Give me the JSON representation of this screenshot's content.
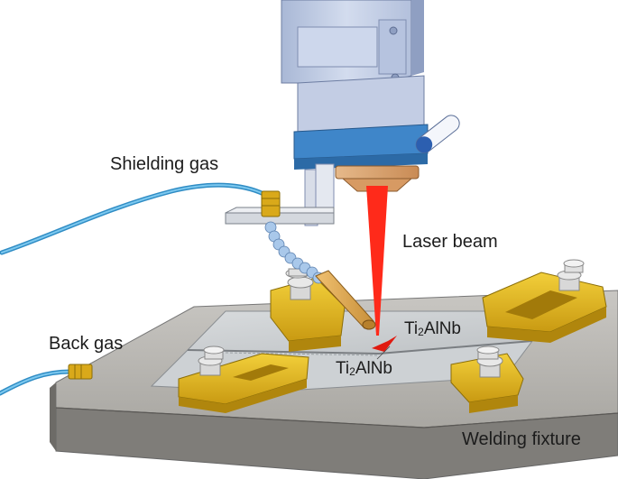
{
  "labels": {
    "shielding_gas": "Shielding gas",
    "laser_beam": "Laser beam",
    "back_gas": "Back gas",
    "ti_top": {
      "pre": "Ti",
      "sub": "2",
      "post": "AlNb"
    },
    "ti_bottom": {
      "pre": "Ti",
      "sub": "2",
      "post": "AlNb"
    },
    "welding_fixture": "Welding fixture"
  },
  "colors": {
    "laser": "#ff2a1a",
    "hose": "#3ea6dc",
    "clamp": "#e3b51c",
    "fixture_top": "#b4b2ad",
    "fixture_side": "#7d7b77",
    "plate": "#c9cdd0",
    "head_body": "#bfcbe4",
    "head_band": "#3f86c9"
  }
}
